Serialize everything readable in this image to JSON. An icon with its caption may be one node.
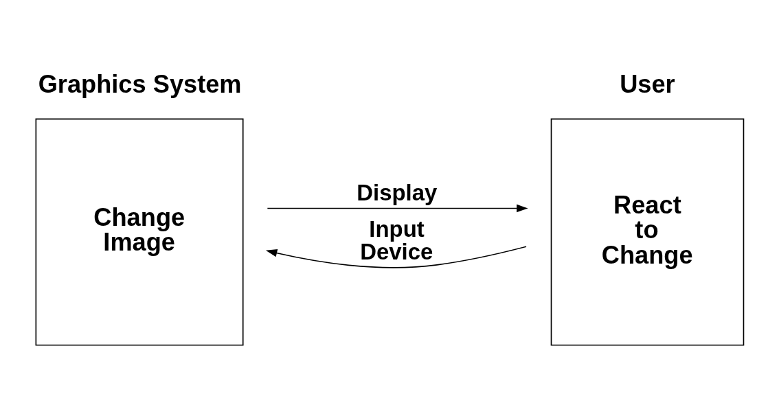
{
  "diagram": {
    "nodes": [
      {
        "text": [
          "Graphics System",
          "Change Image"
        ]
      },
      {
        "text": [
          "User",
          "React to Change"
        ]
      }
    ],
    "edges": [
      {
        "from": 0,
        "to": 1,
        "arrow": "to",
        "label": "Display"
      },
      {
        "from": 1,
        "to": 0,
        "arrow": "to",
        "label": "Input Device"
      }
    ]
  }
}
